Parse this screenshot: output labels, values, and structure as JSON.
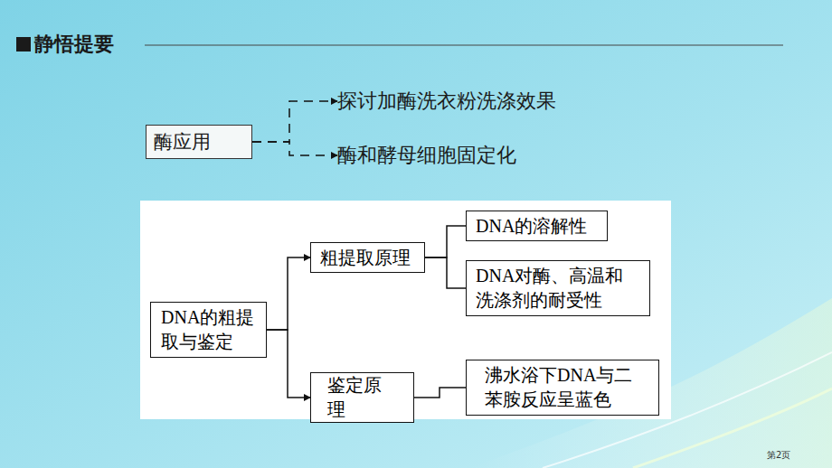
{
  "diagram": {
    "title": "静悟提要",
    "nodes": [
      {
        "text": [
          "酶应用"
        ]
      },
      {
        "text": [
          "探讨加酶洗衣粉洗涤效果"
        ]
      },
      {
        "text": [
          "酶和酵母细胞固定化"
        ]
      },
      {
        "text": [
          "DNA的粗提取与鉴定"
        ]
      },
      {
        "text": [
          "粗提取原理"
        ]
      },
      {
        "text": [
          "DNA的溶解性"
        ]
      },
      {
        "text": [
          "DNA对酶、高温和洗涤剂的耐受性"
        ]
      },
      {
        "text": [
          "鉴定原理"
        ]
      },
      {
        "text": [
          "沸水浴下DNA与二苯胺反应呈蓝色"
        ]
      }
    ],
    "edges": [
      {
        "from": 0,
        "to": 1,
        "arrow": "to"
      },
      {
        "from": 0,
        "to": 2,
        "arrow": "to"
      },
      {
        "from": 3,
        "to": 4,
        "arrow": "to"
      },
      {
        "from": 3,
        "to": 7,
        "arrow": "to"
      },
      {
        "from": 4,
        "to": 5,
        "arrow": "none"
      },
      {
        "from": 4,
        "to": 6,
        "arrow": "none"
      },
      {
        "from": 7,
        "to": 8,
        "arrow": "none"
      }
    ],
    "labels": [
      "第2页"
    ]
  }
}
